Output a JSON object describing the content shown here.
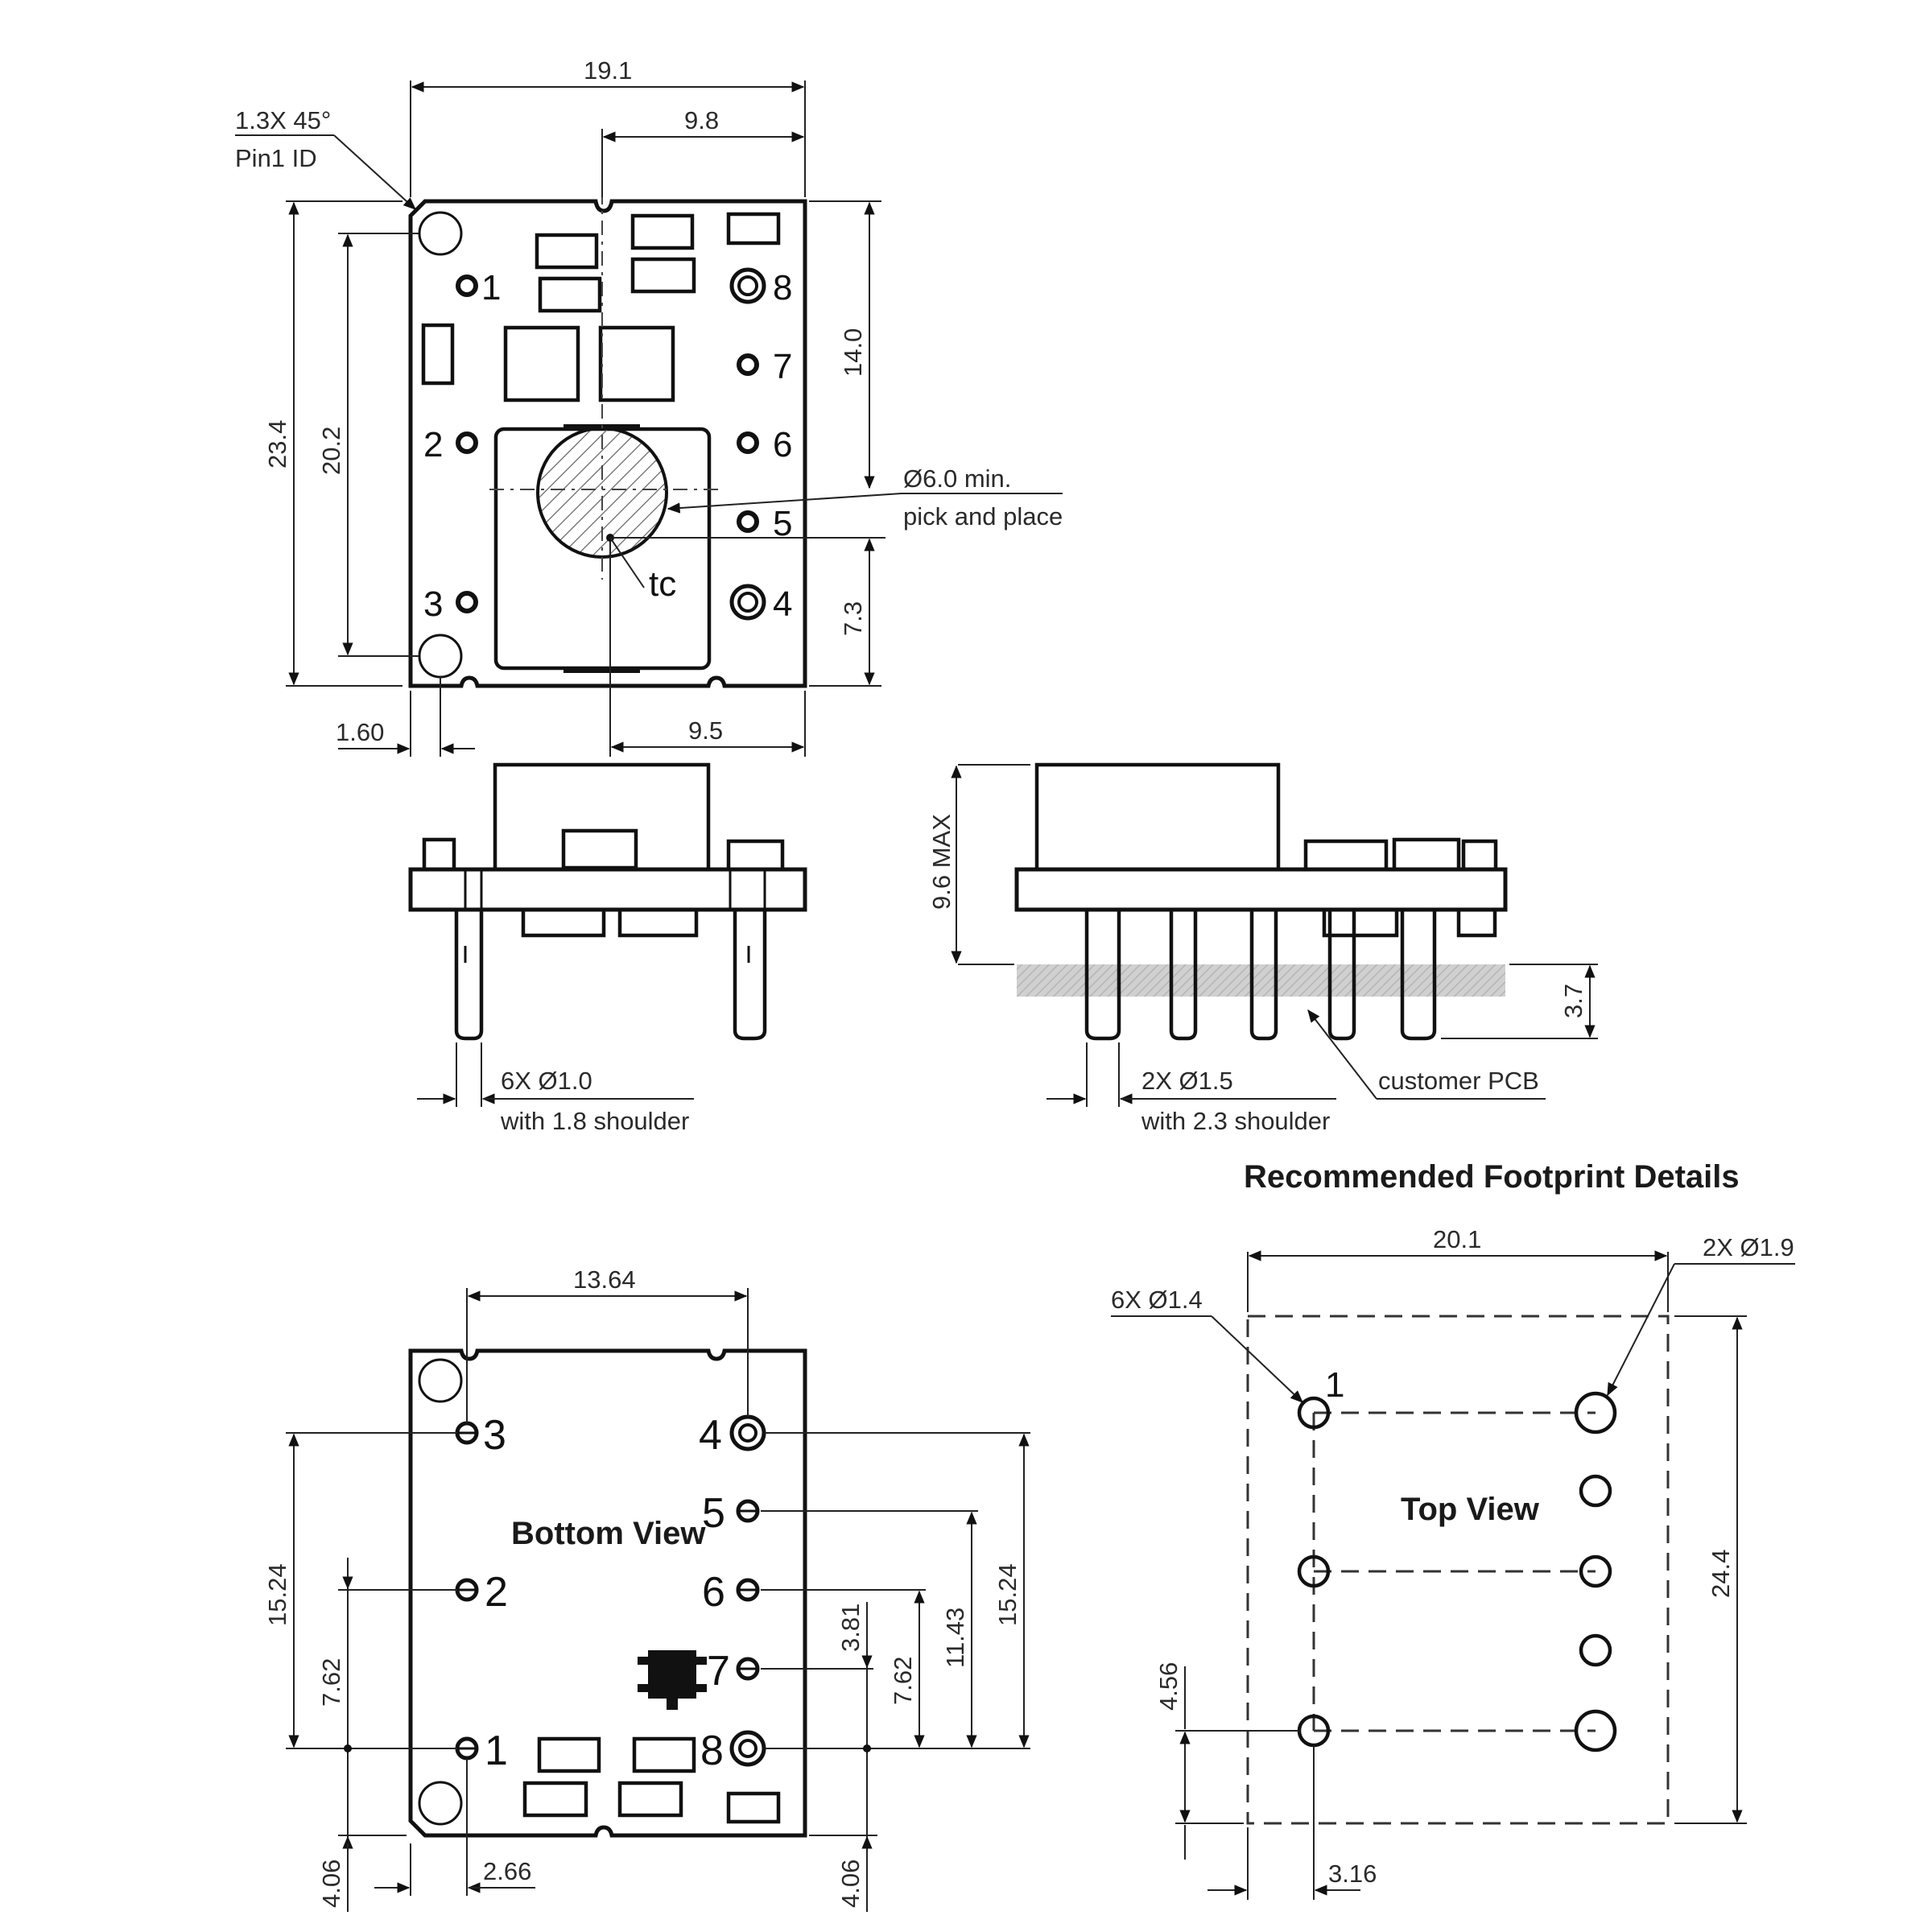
{
  "top_view": {
    "width": "19.1",
    "half_width": "9.8",
    "chamfer": "1.3X 45°",
    "pin1_id": "Pin1 ID",
    "height": "23.4",
    "hole_pitch": "20.2",
    "upper_to_center": "14.0",
    "lower_to_center": "7.3",
    "hole_offset": "1.60",
    "center_offset": "9.5",
    "pick_dia": "Ø6.0 min.",
    "pick_text": "pick and place",
    "tc": "tc",
    "pins": [
      "1",
      "2",
      "3",
      "4",
      "5",
      "6",
      "7",
      "8"
    ]
  },
  "side_views": {
    "pin_small": "6X Ø1.0",
    "pin_small_shoulder": "with 1.8 shoulder",
    "max_height": "9.6 MAX",
    "pin_large": "2X Ø1.5",
    "pin_large_shoulder": "with 2.3 shoulder",
    "pcb_thickness": "3.7",
    "pcb_label": "customer PCB"
  },
  "bottom_view": {
    "title": "Bottom View",
    "pin_span": "13.64",
    "left_pitch": "15.24",
    "left_half": "7.62",
    "bottom_edge_left": "4.06",
    "pin_inset": "2.66",
    "right_37": "3.81",
    "right_68": "7.62",
    "right_58": "11.43",
    "right_48": "15.24",
    "bottom_edge_right": "4.06",
    "pins": [
      "1",
      "2",
      "3",
      "4",
      "5",
      "6",
      "7",
      "8"
    ]
  },
  "footprint": {
    "heading": "Recommended Footprint Details",
    "title": "Top View",
    "width": "20.1",
    "large_holes": "2X Ø1.9",
    "small_holes": "6X Ø1.4",
    "pin1": "1",
    "height": "24.4",
    "pin1_to_edge": "4.56",
    "pin1_inset": "3.16"
  }
}
